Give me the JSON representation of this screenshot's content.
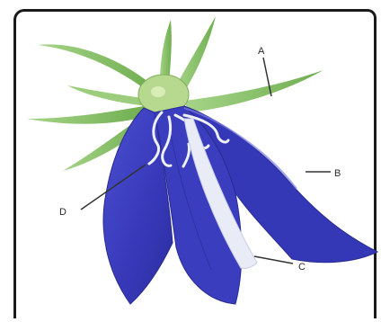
{
  "labels": {
    "a": "A",
    "b": "B",
    "c": "C",
    "d": "D"
  },
  "colors": {
    "petal": "#3d3fc4",
    "petal_dark": "#2b2c99",
    "petal_light": "#6f73e0",
    "sepal": "#8dc46a",
    "sepal_dark": "#5f9a45",
    "style": "#e9ecf6",
    "leader_line": "#333333"
  }
}
